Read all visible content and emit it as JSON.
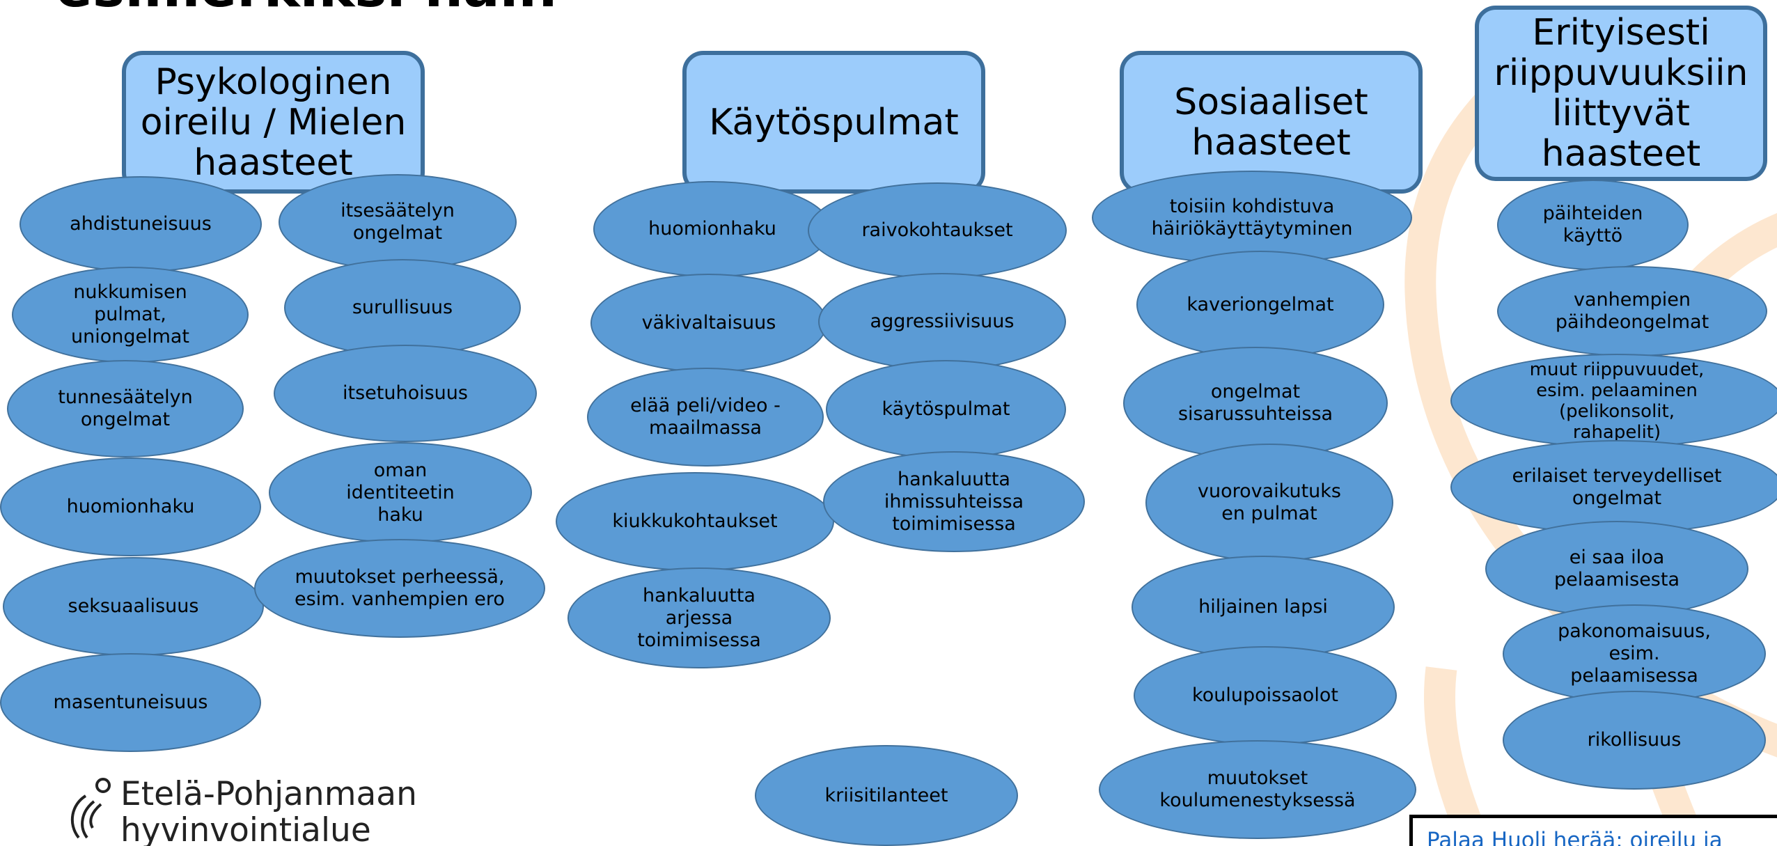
{
  "slide_title": "esimerkiksi näin",
  "logo": {
    "text": "Etelä-Pohjanmaan\nhyvinvointialue",
    "icon": "ep-logo-icon"
  },
  "columns": [
    {
      "header": "Psykologinen oireilu / Mielen haasteet",
      "items": [
        "ahdistuneisuus",
        "nukkumisen pulmat, uniongelmat",
        "tunnesäätelyn ongelmat",
        "huomionhaku",
        "seksuaalisuus",
        "masentuneisuus",
        "itsesäätelyn ongelmat",
        "surullisuus",
        "itsetuhoisuus",
        "oman identiteetin haku",
        "muutokset perheessä, esim. vanhempien ero"
      ]
    },
    {
      "header": "Käytöspulmat",
      "items": [
        "huomionhaku",
        "väkivaltaisuus",
        "elää peli/video -maailmassa",
        "kiukkukohtaukset",
        "hankaluutta arjessa toimimisessa",
        "raivokohtaukset",
        "aggressiivisuus",
        "käytöspulmat",
        "hankaluutta ihmissuhteissa toimimisessa",
        "kriisitilanteet"
      ]
    },
    {
      "header": "Sosiaaliset haasteet",
      "items": [
        "toisiin kohdistuva häiriökäyttäytyminen",
        "kaveriongelmat",
        "ongelmat sisarussuhteissa",
        "vuorovaikutuks en pulmat",
        "hiljainen lapsi",
        "koulupoissaolot",
        "muutokset koulumenestyksessä"
      ]
    },
    {
      "header": "Erityisesti riippuvuuksiin liittyvät haasteet",
      "items": [
        "päihteiden käyttö",
        "vanhempien päihdeongelmat",
        "muut riippuvuudet, esim. pelaaminen (pelikonsolit, rahapelit)",
        "erilaiset terveydelliset ongelmat",
        "ei saa iloa pelaamisesta",
        "pakonomaisuus, esim. pelaamisessa",
        "rikollisuus"
      ]
    }
  ],
  "back_link": "Palaa Huoli herää: oireilu ja",
  "colors": {
    "header_fill": "#9cccfb",
    "header_border": "#3d6f9c",
    "oval_fill": "#5b9bd5",
    "oval_border": "#41719c",
    "deco_arc": "#fde7d0",
    "link": "#1766c3"
  }
}
